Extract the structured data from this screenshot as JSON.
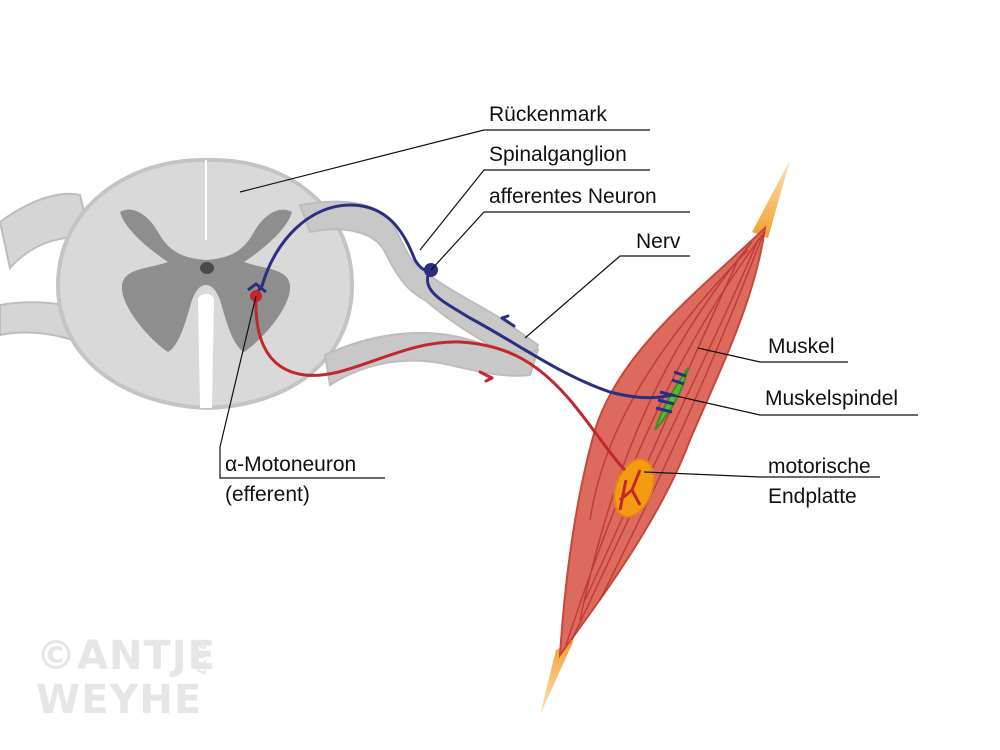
{
  "labels": {
    "rueckenmark": "Rückenmark",
    "spinalganglion": "Spinalganglion",
    "afferentes_neuron": "afferentes Neuron",
    "nerv": "Nerv",
    "muskel": "Muskel",
    "muskelspindel": "Muskelspindel",
    "motorische": "motorische",
    "endplatte": "Endplatte",
    "motoneuron": "α-Motoneuron",
    "efferent": "(efferent)"
  },
  "watermark": {
    "line1": "©ANTJE",
    "line2": "WEYHE",
    "year": "2017"
  },
  "colors": {
    "afferent": "#2b2f82",
    "efferent": "#c1272d",
    "spinal_cord_white": "#d9d9d9",
    "grey_matter": "#8e8e8e",
    "muscle": "#d9534f",
    "tendon": "#f0a030",
    "spindle": "#5bb832",
    "endplate": "#f39c12"
  }
}
